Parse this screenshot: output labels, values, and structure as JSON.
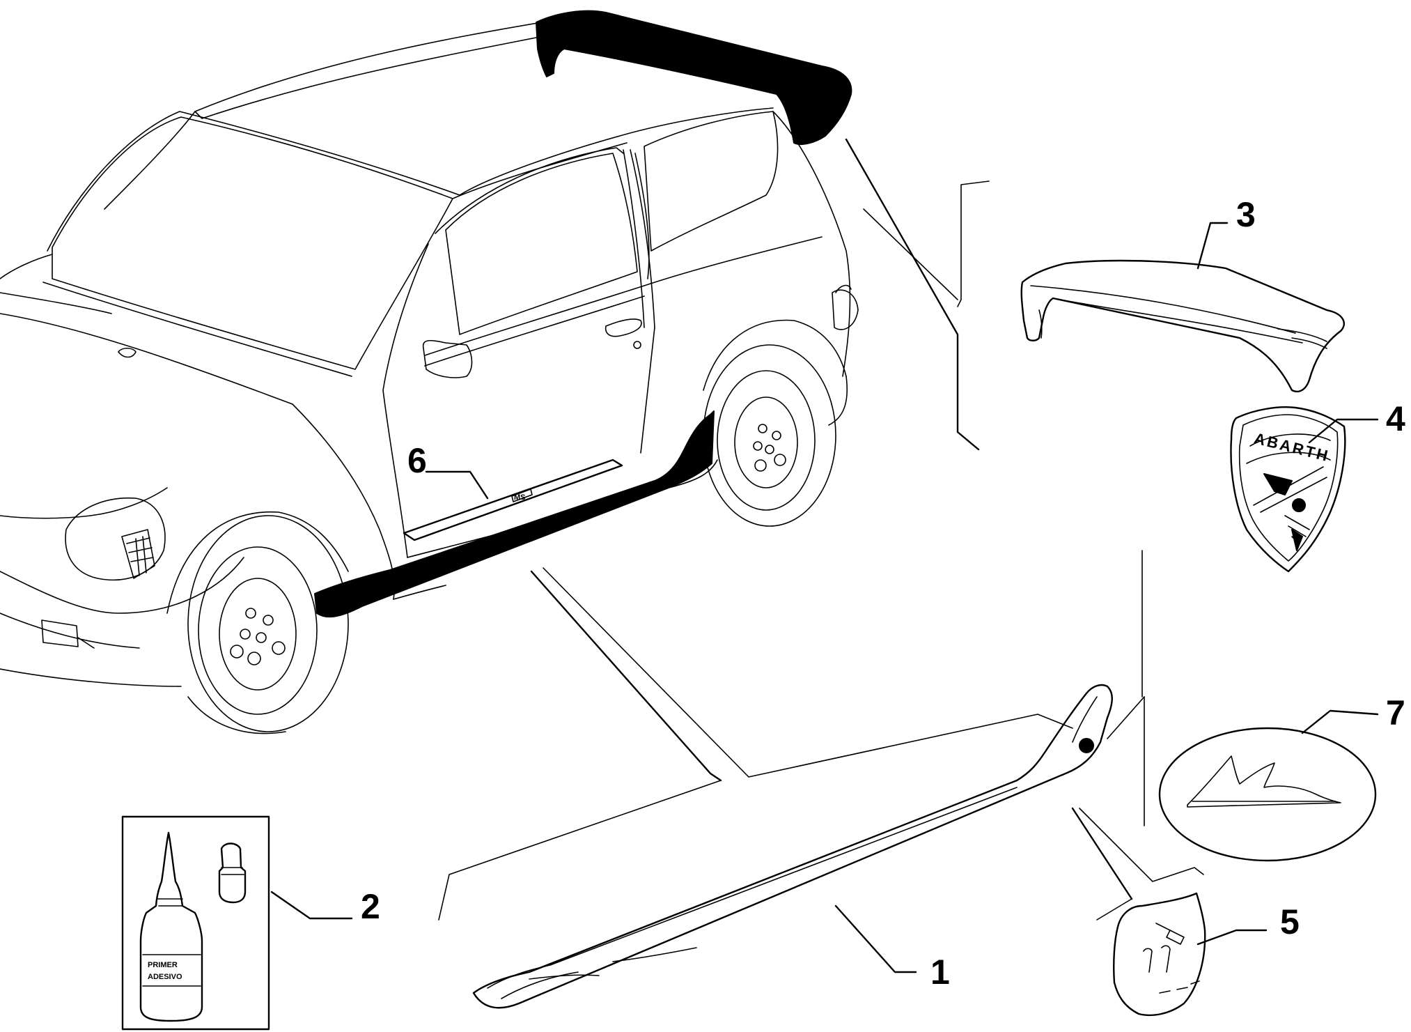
{
  "callouts": [
    {
      "id": "1",
      "label": "1"
    },
    {
      "id": "2",
      "label": "2"
    },
    {
      "id": "3",
      "label": "3"
    },
    {
      "id": "4",
      "label": "4"
    },
    {
      "id": "5",
      "label": "5"
    },
    {
      "id": "6",
      "label": "6"
    },
    {
      "id": "7",
      "label": "7"
    }
  ],
  "badge_text": "ABARTH",
  "sill_plate_text": "MS",
  "adhesive_label_line1": "PRIMER",
  "adhesive_label_line2": "ADESIVO"
}
